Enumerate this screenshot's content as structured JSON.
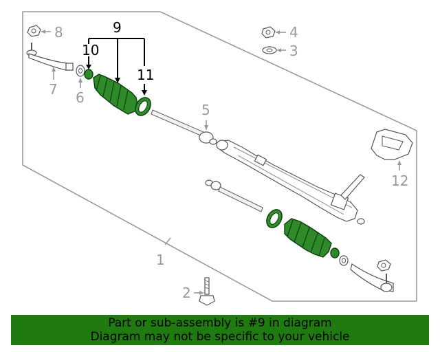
{
  "callouts": {
    "c1": "1",
    "c2": "2",
    "c3": "3",
    "c4": "4",
    "c5": "5",
    "c6": "6",
    "c7": "7",
    "c8": "8",
    "c9": "9",
    "c10": "10",
    "c11": "11",
    "c12": "12"
  },
  "highlight_color": "#2f8a2a",
  "banner": {
    "line1": "Part or sub-assembly is #9 in diagram",
    "line2": "Diagram may not be specific to your vehicle"
  }
}
